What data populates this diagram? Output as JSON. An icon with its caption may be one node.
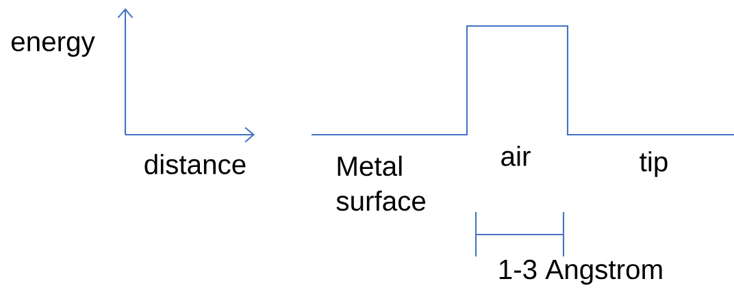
{
  "diagram": {
    "labels": [
      "energy",
      "distance",
      "Metal surface",
      "air",
      "tip",
      "1-3 Angstrom"
    ]
  }
}
